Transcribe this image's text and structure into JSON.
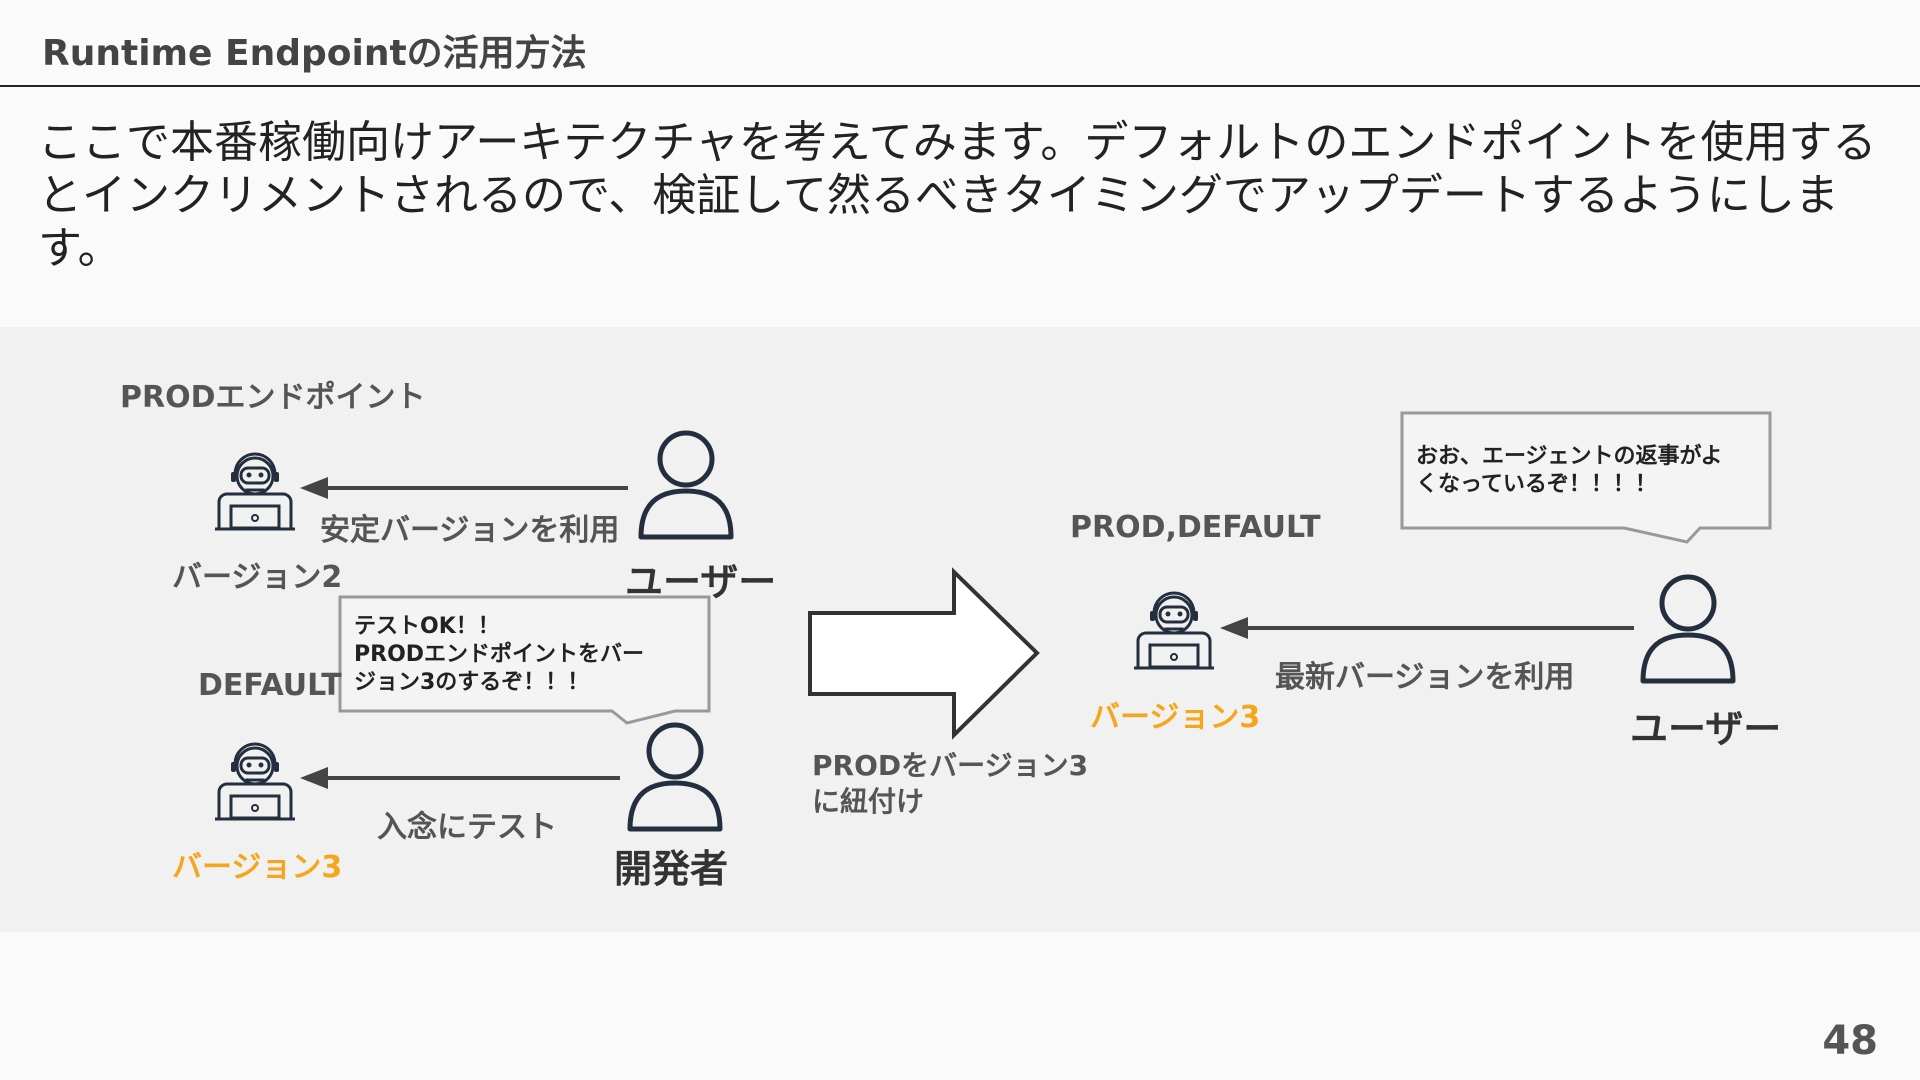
{
  "header": {
    "title": "Runtime Endpointの活用方法"
  },
  "intro": {
    "text": "ここで本番稼働向けアーキテクチャを考えてみます。デフォルトのエンドポイントを使用するとインクリメントされるので、検証して然るべきタイミングでアップデートするようにします。"
  },
  "left": {
    "prod_endpoint_label": "PRODエンドポイント",
    "prod_agent_version": "バージョン2",
    "user_label": "ユーザー",
    "user_action": "安定バージョンを利用",
    "default_label": "DEFAULT",
    "default_agent_version": "バージョン3",
    "developer_label": "開発者",
    "developer_action": "入念にテスト",
    "developer_bubble": {
      "line1": "テストOK！！",
      "line2": "PRODエンドポイントをバー",
      "line3": "ジョン3のするぞ！！！"
    }
  },
  "transition": {
    "line1": "PRODをバージョン3",
    "line2": "に紐付け"
  },
  "right": {
    "endpoint_label": "PROD,DEFAULT",
    "agent_version": "バージョン3",
    "user_label": "ユーザー",
    "user_action": "最新バージョンを利用",
    "user_bubble": {
      "line1": "おお、エージェントの返事がよ",
      "line2": "くなっているぞ！！！！"
    }
  },
  "page_number": "48",
  "colors": {
    "accent_orange": "#f4a71d",
    "icon_dark": "#232f3e",
    "arrow_gray": "#444444"
  },
  "icons": {
    "agent": "robot-at-laptop-icon",
    "person": "person-icon",
    "flow": "big-right-arrow"
  }
}
